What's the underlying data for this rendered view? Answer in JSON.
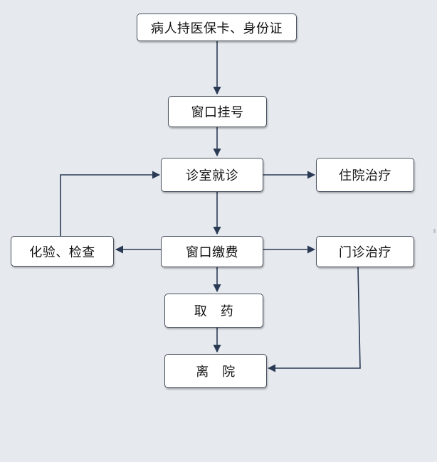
{
  "nodes": {
    "card": {
      "label": "病人持医保卡、身份证"
    },
    "register": {
      "label": "窗口挂号"
    },
    "consult": {
      "label": "诊室就诊"
    },
    "hospitalize": {
      "label": "住院治疗"
    },
    "lab": {
      "label": "化验、检查"
    },
    "payment": {
      "label": "窗口缴费"
    },
    "outpatient": {
      "label": "门诊治疗"
    },
    "medicine": {
      "label": "取　药"
    },
    "discharge": {
      "label": "离　院"
    }
  },
  "edges": [
    {
      "from": "card",
      "to": "register"
    },
    {
      "from": "register",
      "to": "consult"
    },
    {
      "from": "consult",
      "to": "hospitalize"
    },
    {
      "from": "consult",
      "to": "payment"
    },
    {
      "from": "payment",
      "to": "lab"
    },
    {
      "from": "lab",
      "to": "consult"
    },
    {
      "from": "payment",
      "to": "outpatient"
    },
    {
      "from": "payment",
      "to": "medicine"
    },
    {
      "from": "medicine",
      "to": "discharge"
    },
    {
      "from": "outpatient",
      "to": "discharge"
    }
  ],
  "colors": {
    "background": "#e6eaee",
    "node_fill": "#ffffff",
    "node_border": "#4a5260",
    "edge": "#2a3a55"
  }
}
